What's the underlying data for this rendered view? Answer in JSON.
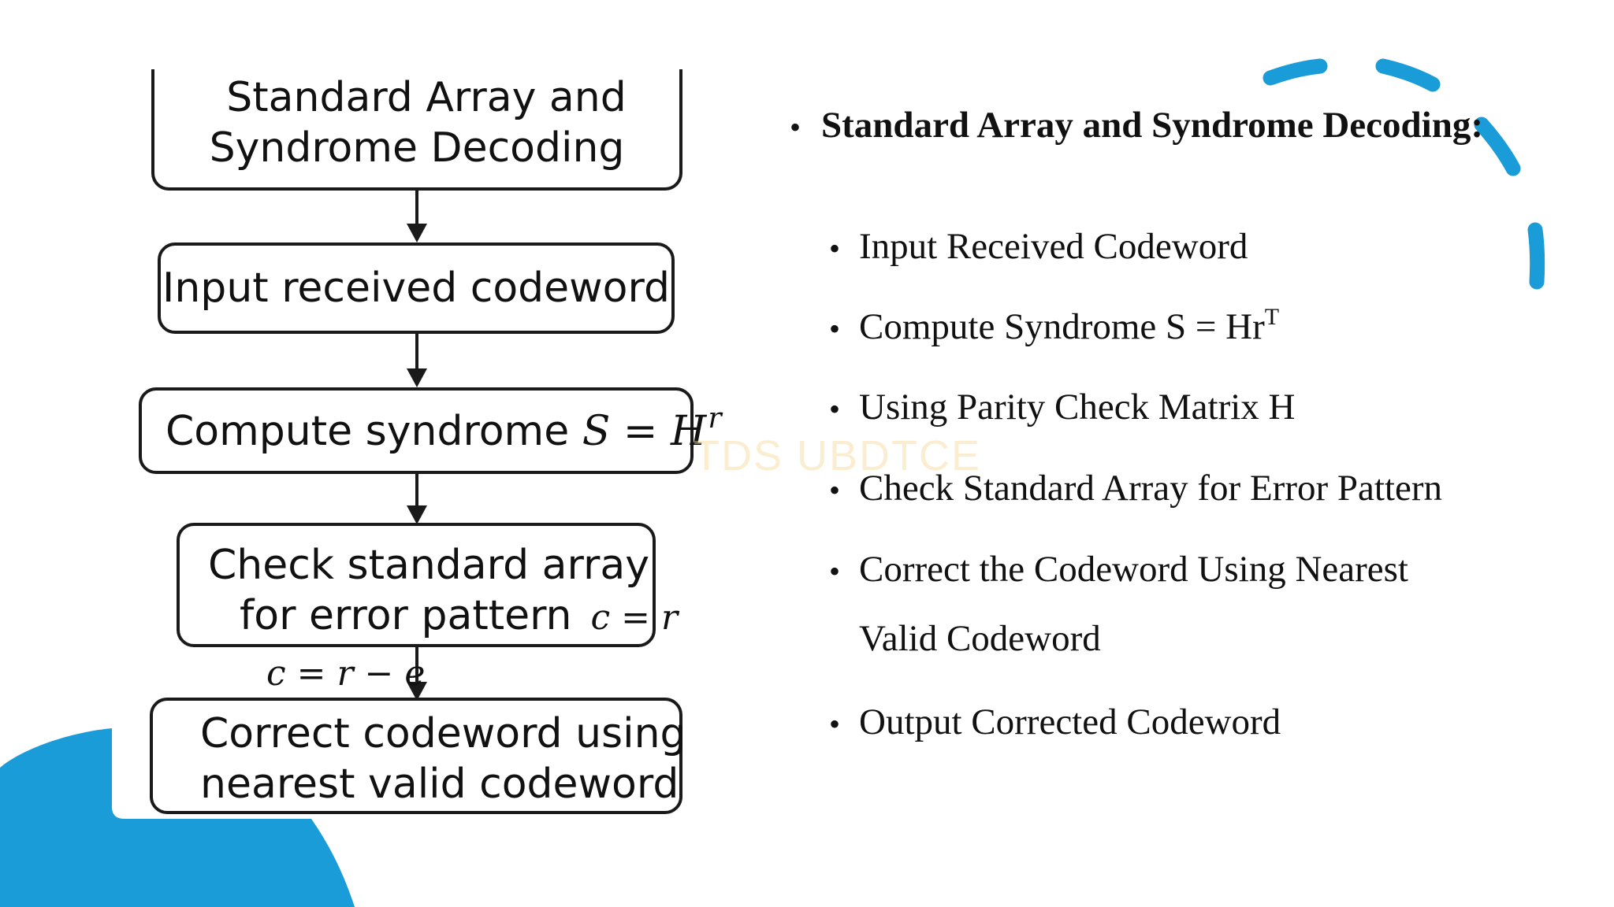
{
  "flowchart": {
    "steps": [
      {
        "line1": "Standard Array and",
        "line2": "Syndrome Decoding"
      },
      {
        "line1": "Input received codeword"
      },
      {
        "line1": "Compute syndrome",
        "math": "S = H",
        "sup": "r"
      },
      {
        "line1": "Check standard array",
        "line2": "for error pattern",
        "math": "c = r"
      },
      {
        "line1": "Correct codeword using",
        "line2": "nearest valid codeword"
      }
    ],
    "edge_label": "c = r − e"
  },
  "watermark": "TDS UBDTCE",
  "bullets": {
    "heading": "Standard Array and Syndrome Decoding:",
    "items": [
      {
        "text": "Input Received Codeword"
      },
      {
        "text": "Compute Syndrome S = Hr",
        "sup": "T"
      },
      {
        "text": "Using Parity Check Matrix H"
      },
      {
        "text": "Check Standard Array for Error Pattern"
      },
      {
        "line1": "Correct the Codeword Using Nearest",
        "line2": "Valid Codeword"
      },
      {
        "text": "Output Corrected Codeword"
      }
    ]
  },
  "colors": {
    "accent": "#1a9cd8",
    "text": "#111111",
    "border": "#1a1a1a"
  }
}
